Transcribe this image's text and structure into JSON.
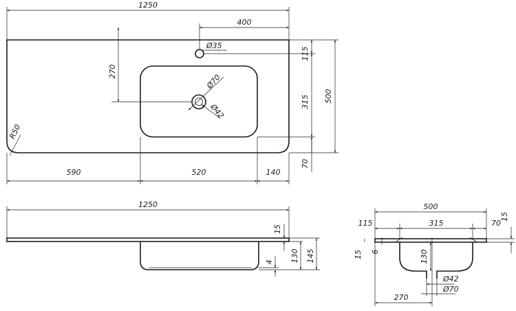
{
  "top_view": {
    "overall_length": "1250",
    "tap_offset": "400",
    "tap_hole": "Ø35",
    "tap_from_back": "115",
    "drain_from_back": "270",
    "drain_outer": "Ø70",
    "drain_inner": "Ø42",
    "bowl_depth": "315",
    "overall_depth": "500",
    "corner_radius": "R50",
    "front_strip": "70",
    "left_segment": "590",
    "bowl_width": "520",
    "right_segment": "140"
  },
  "front_view": {
    "overall_length": "1250",
    "slab_thickness": "15",
    "wall_thickness": "4",
    "bowl_height": "130",
    "total_height": "145"
  },
  "side_view": {
    "overall_depth": "500",
    "back_segment": "115",
    "bowl_segment": "315",
    "front_segment": "70",
    "slab_thickness_right": "15",
    "slab_thickness_left": "15",
    "lip": "6",
    "bowl_height": "130",
    "drain_inner": "Ø42",
    "drain_outer": "Ø70",
    "drain_from_back": "270"
  }
}
